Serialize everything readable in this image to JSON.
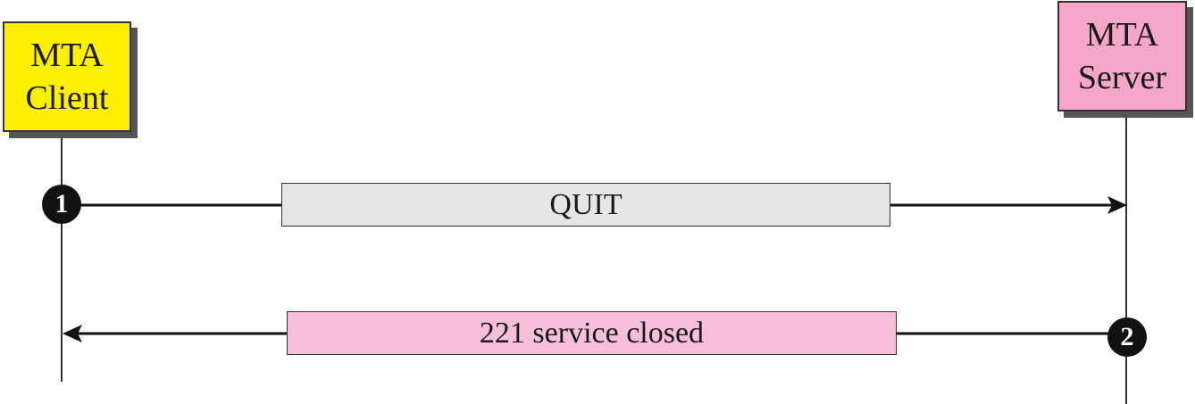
{
  "participants": {
    "client": {
      "line1": "MTA",
      "line2": "Client",
      "color": "#ffef00"
    },
    "server": {
      "line1": "MTA",
      "line2": "Server",
      "color": "#f5a6c9"
    }
  },
  "messages": [
    {
      "step": "1",
      "label": "QUIT",
      "from": "client",
      "to": "server",
      "box_color": "#e6e6e6"
    },
    {
      "step": "2",
      "label": "221 service closed",
      "from": "server",
      "to": "client",
      "box_color": "#f7bfd9"
    }
  ]
}
